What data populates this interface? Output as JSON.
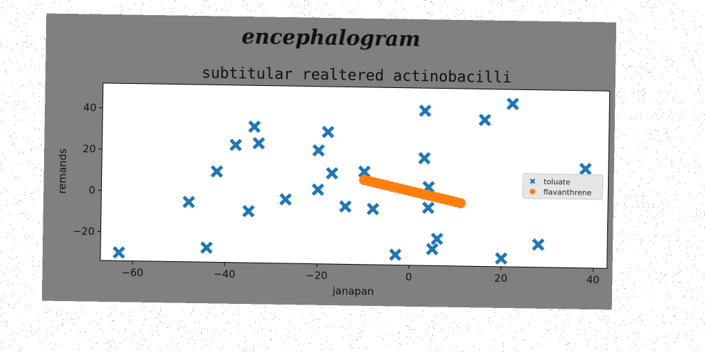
{
  "figure": {
    "suptitle": "encephalogram"
  },
  "colors": {
    "figure_background": "#808080",
    "axes_background": "#ffffff",
    "series_1": "#1f77b4",
    "series_2": "#ff7f0e"
  },
  "chart_data": {
    "type": "scatter",
    "title": "subtitular realtered actinobacilli",
    "xlabel": "janapan",
    "ylabel": "remands",
    "xlim": [
      -67,
      43
    ],
    "ylim": [
      -34,
      52
    ],
    "xticks": [
      -60,
      -40,
      -20,
      0,
      20,
      40
    ],
    "yticks": [
      -20,
      0,
      20,
      40
    ],
    "grid": false,
    "legend_position": "right",
    "series": [
      {
        "name": "toluate",
        "marker": "x",
        "color": "#1f77b4",
        "points": [
          [
            -63,
            -30
          ],
          [
            -48,
            -5
          ],
          [
            -44,
            -27
          ],
          [
            -42,
            10
          ],
          [
            -38,
            23
          ],
          [
            -35,
            -9
          ],
          [
            -34,
            32
          ],
          [
            -33,
            24
          ],
          [
            -27,
            -3
          ],
          [
            -20,
            2
          ],
          [
            -20,
            21
          ],
          [
            -18,
            30
          ],
          [
            -17,
            10
          ],
          [
            -14,
            -6
          ],
          [
            -10,
            11
          ],
          [
            -8,
            -7
          ],
          [
            -3,
            -29
          ],
          [
            3,
            41
          ],
          [
            3,
            18
          ],
          [
            4,
            4
          ],
          [
            4,
            -6
          ],
          [
            5,
            -26
          ],
          [
            6,
            -21
          ],
          [
            16,
            37
          ],
          [
            20,
            -30
          ],
          [
            22,
            45
          ],
          [
            28,
            -23
          ],
          [
            38,
            14
          ]
        ]
      },
      {
        "name": "flavanthrene",
        "marker": "o",
        "color": "#ff7f0e",
        "points": [
          [
            -10,
            7
          ],
          [
            -9,
            6.5
          ],
          [
            -8,
            6
          ],
          [
            -7,
            5.5
          ],
          [
            -6,
            5
          ],
          [
            -5,
            4.5
          ],
          [
            -4,
            4
          ],
          [
            -3,
            3.5
          ],
          [
            -2,
            3
          ],
          [
            -1,
            2.5
          ],
          [
            0,
            2
          ],
          [
            1,
            1.5
          ],
          [
            2,
            1
          ],
          [
            3,
            0.5
          ],
          [
            4,
            0
          ],
          [
            5,
            -0.5
          ],
          [
            6,
            -1
          ],
          [
            7,
            -1.5
          ],
          [
            8,
            -2
          ],
          [
            9,
            -2.5
          ],
          [
            10,
            -3
          ],
          [
            11,
            -3.5
          ]
        ]
      }
    ]
  }
}
